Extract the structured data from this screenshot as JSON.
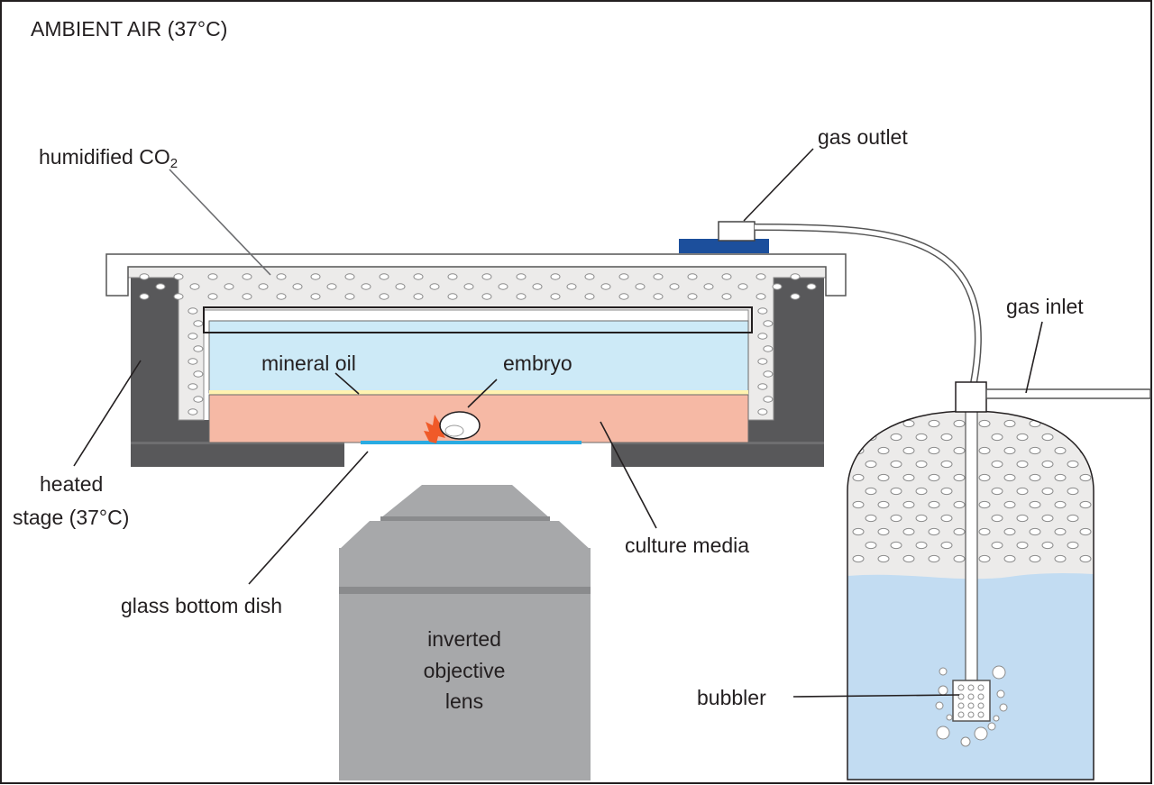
{
  "labels": {
    "ambient_air": "AMBIENT AIR (37°C)",
    "humidified_co2": "humidified CO",
    "humidified_co2_sub": "2",
    "gas_outlet": "gas outlet",
    "gas_inlet": "gas inlet",
    "mineral_oil": "mineral oil",
    "embryo": "embryo",
    "heated_stage_line1": "heated",
    "heated_stage_line2": "stage (37°C)",
    "culture_media": "culture  media",
    "glass_bottom_dish": "glass bottom dish",
    "objective_line1": "inverted",
    "objective_line2": "objective",
    "objective_line3": "lens",
    "bubbler": "bubbler"
  },
  "colors": {
    "humid_air": "#ecebea",
    "stage": "#58585a",
    "mineral_oil": "#cdeaf7",
    "culture_media": "#f6b9a5",
    "glass": "#29abe2",
    "lid": "#ffffff",
    "outlet_base": "#1c4f9c",
    "objective": "#a7a8aa",
    "water": "#c2dcf2",
    "embryo_marker": "#f05a28"
  }
}
